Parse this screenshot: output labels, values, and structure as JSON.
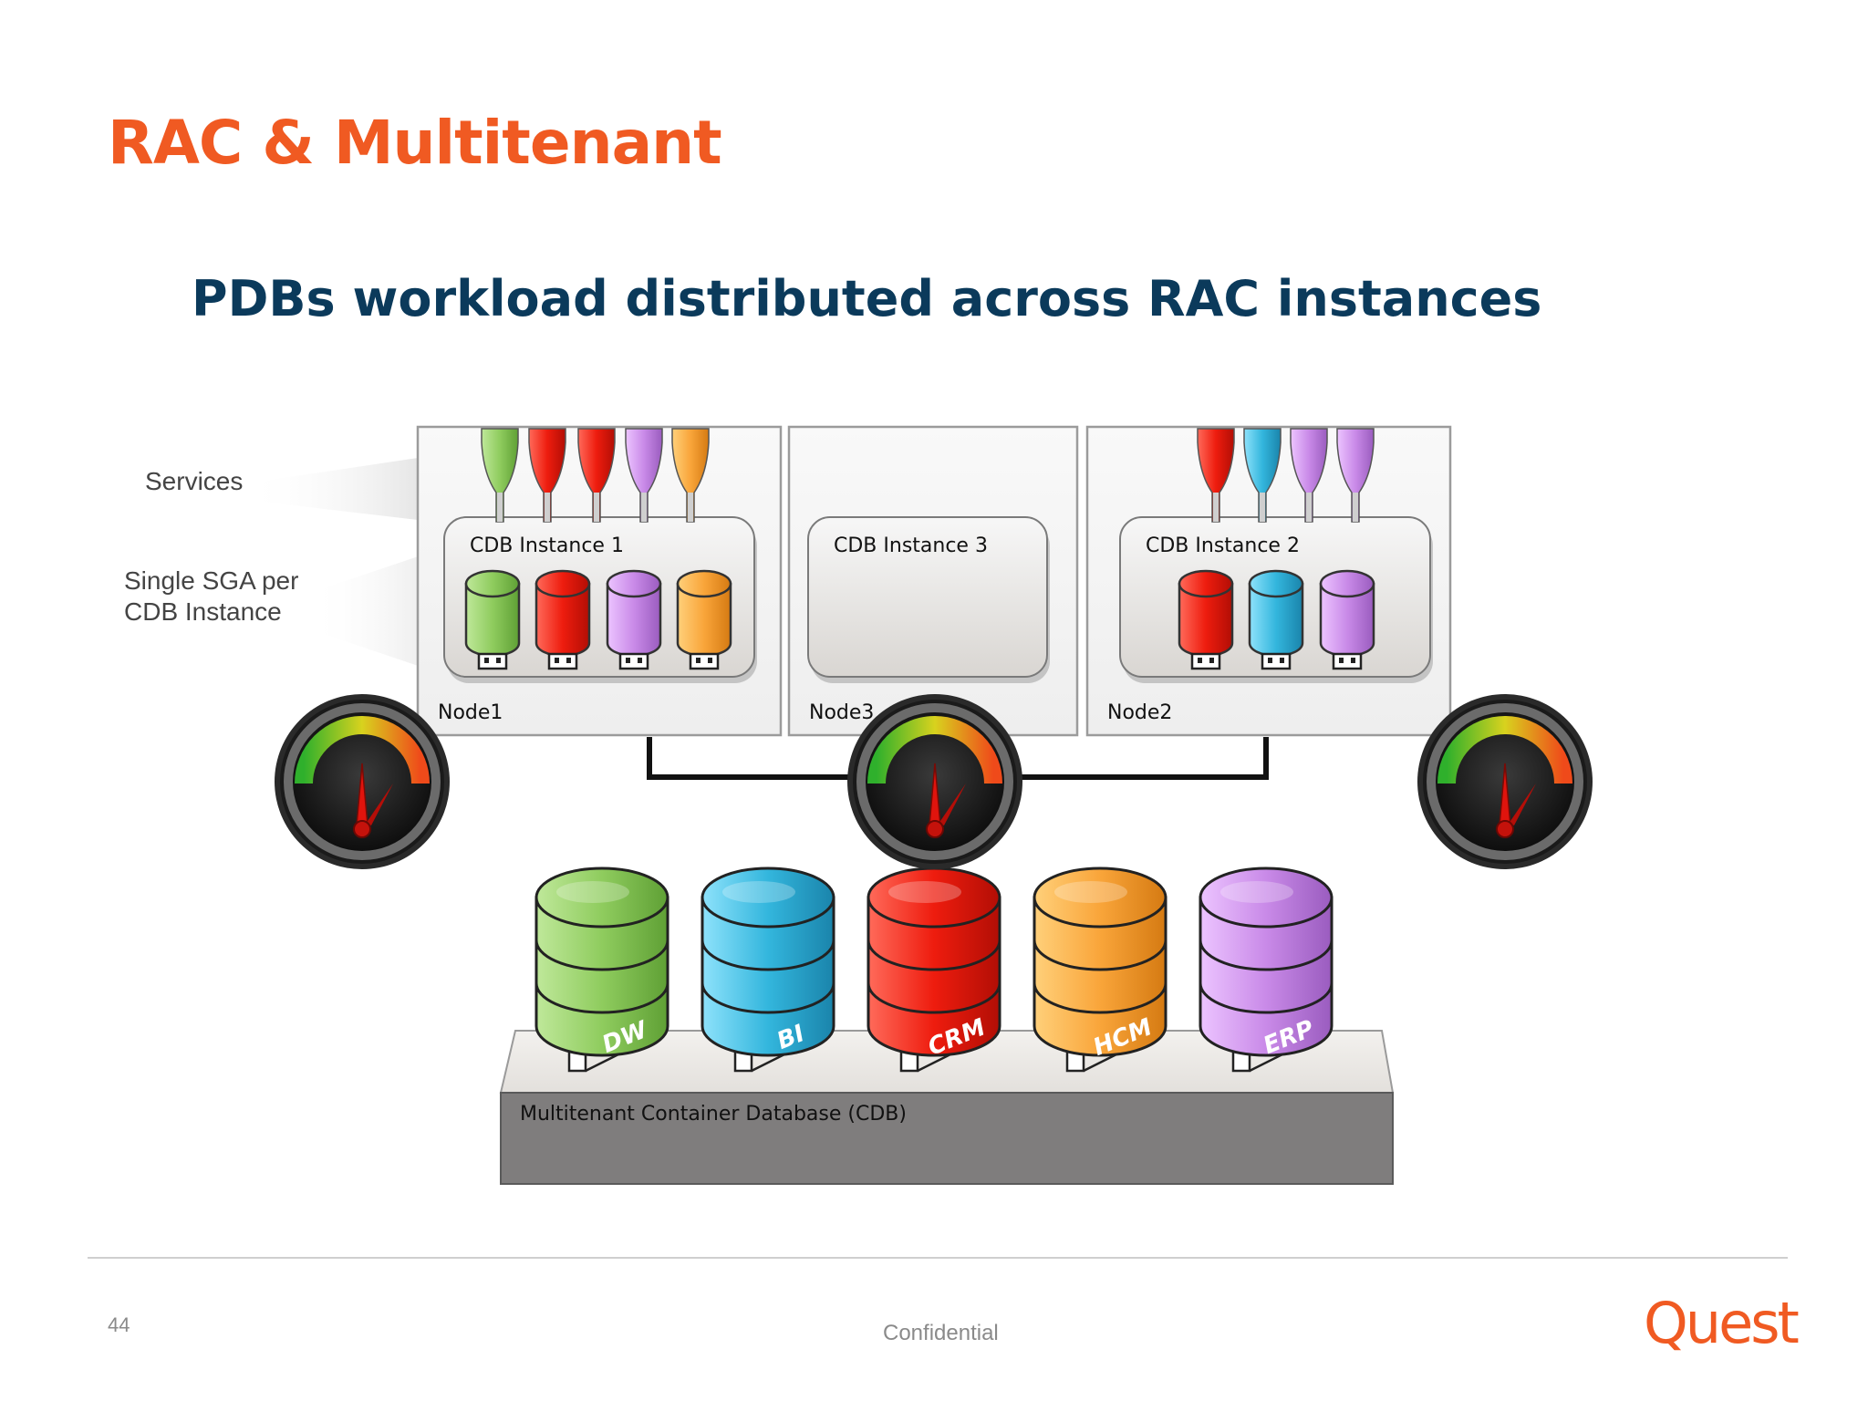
{
  "slide": {
    "title": "RAC & Multitenant",
    "subtitle_pre": "PDBs workload ",
    "subtitle_bold": "distributed",
    "subtitle_post": " across RAC instances",
    "page_number": "44",
    "footer": "Confidential",
    "brand": "Quest"
  },
  "side_labels": {
    "services": "Services",
    "sga_line1": "Single SGA per",
    "sga_line2": "CDB Instance"
  },
  "nodes": [
    {
      "label": "Node1",
      "instance": "CDB Instance 1",
      "services": [
        "green",
        "red",
        "red",
        "violet",
        "orange"
      ],
      "pdbs": [
        "green",
        "red",
        "violet",
        "orange"
      ]
    },
    {
      "label": "Node3",
      "instance": "CDB Instance 3",
      "services": [],
      "pdbs": []
    },
    {
      "label": "Node2",
      "instance": "CDB Instance 2",
      "services": [
        "red",
        "cyan",
        "violet",
        "violet"
      ],
      "pdbs": [
        "red",
        "cyan",
        "violet"
      ]
    }
  ],
  "cdb": {
    "label": "Multitenant Container Database (CDB)",
    "pdbs": [
      {
        "name": "DW",
        "color": "green"
      },
      {
        "name": "BI",
        "color": "cyan"
      },
      {
        "name": "CRM",
        "color": "red"
      },
      {
        "name": "HCM",
        "color": "orange"
      },
      {
        "name": "ERP",
        "color": "violet"
      }
    ]
  },
  "gauges": [
    "speedometer-icon",
    "speedometer-icon",
    "speedometer-icon"
  ],
  "colors": {
    "title": "#f05a22",
    "subtitle": "#0b3a5b",
    "green": "#8fcc5e",
    "red": "#ee1c0e",
    "violet": "#c98ae8",
    "orange": "#f9a53a",
    "cyan": "#33b6dd"
  }
}
